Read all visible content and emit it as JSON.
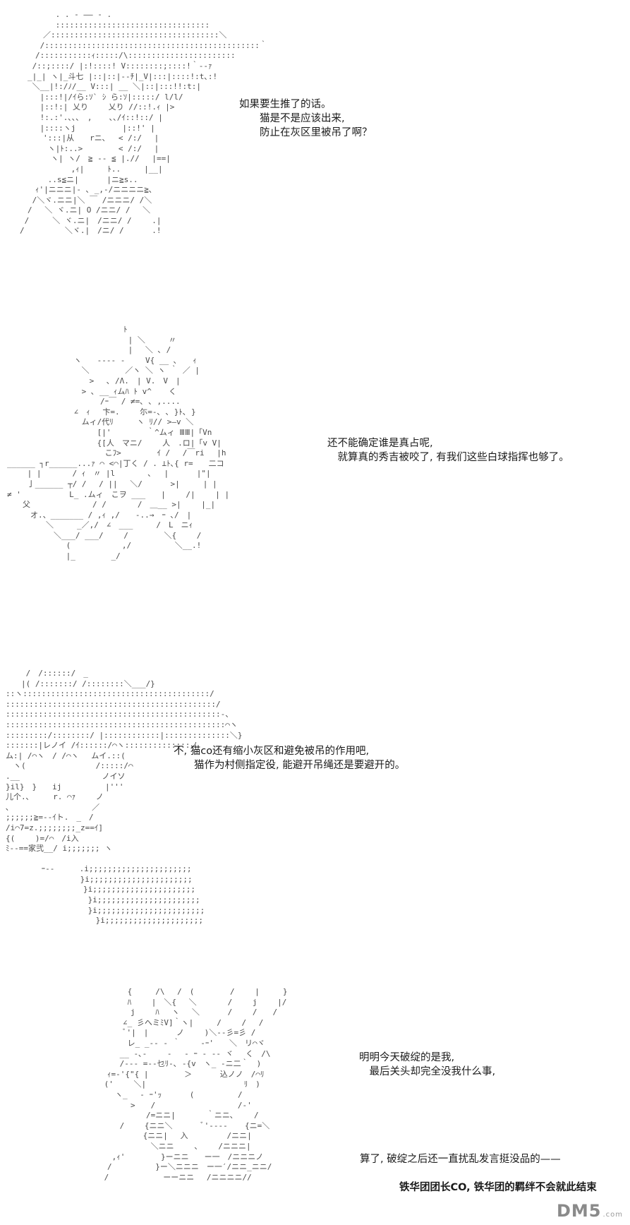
{
  "panels": [
    {
      "art": " 　　　　. . - ―― - .\n　　　 　:::::::::::::::::::::::::::::::::\n　　　／::::::::::::::::::::::::::::::::::::＼\n　　 /::::::::::::::::::::::::::::::::::::::::::::::｀\n　　/:::::::::::ｨ:::::/\\:::::::::::::::::::::::\n　 /::;::::/ |:!::::! V::::::::;::::!｀--ｧ\n　_|_| ヽ|_斗七 |::|::|--ﾁ|_V|:::|::::!:t､:!\n　 ＼__|!:/ﾉ/__ V:::| __ ＼|::|:::!!:t:|\n　　 |:::!|/ｲら:ｿ` ｼ ら:ｿ|:::::/ l/l/\n　　 |::!:| 乂り　　 乂り //::!.ｨ |>\n　　 !:.:'.､､､　, 　 ､､/ｲ::!::/ |\n　　 |::::ヽj　　　　　　|::!' |\n　　　':::|从　　rニ､　 < /:/　 |\n　　　 ヽ|ﾄ:..>　　　　 < /:/　 |\n　　　　ヽ| ヽ/　≧ -- ≦ |.//　 |==|\n　　　　　　 ,ｨ|　　　ﾄ..　　　|__|\n　　　 ..s≦ニ|　　　 |ニ≧s..\n　　ｨ'|ニニニ|- ､ _,-/ニニニニ≧､\n　 /＼ヾ.ニニ|＼ ￣ /ニニニ/ /＼\n　/　 ＼ ヾ.ニ| O /ニニ/ /　 ＼\n /　　　＼ ヾ.ニ|　/ニニ/ /　　 .|\n/　 　　　 ＼ヾ.|　/ニ/ /　　　 .!",
      "lines": [
        "如果要生推了的话。",
        "　　猫是不是应该出来,",
        "　　防止在灰区里被吊了啊？"
      ],
      "bold_lines": []
    },
    {
      "art": "　　　　　　　　　　　　　　　ﾄ\n　　　　　　　　　　　　　　　 | ＼　　　〃\n　　　　　　　　　　　　　　　 |　 ＼ ､ /\n　　　　　　　　 ヽ　　---- -　　 V{ __ ､　　ｨ\n　　　　　　　　　 ＼　　　　 ／ヽ ＼ ヽ ｀ ／ |\n　　　　　　　　　　 >　 ､ /Λ.　| V.　V　|\n　　　　　　　　　 > ､ __ ｨムﾊ ﾄ v^ 　 く\n　　　　　　　　　　　　/ｰ￣ / ≠=､ ､ ,....\n　　　　　　　　 ∠　ｨ　 卞=.　　 尓=-､ ､ }ﾄ､ }\n　　　　　　　　　 ムィ/代ﾘ　　　ヽ ﾘ// >―v ＼\n　　　　　　　　　　　 [|'　　　　 ｀^ムィ ⅢⅢ|「Vn\n　　　　　　　　　　　 {[人　マニ/　　 人　.ロ|「v V|\n　　　　　　　　　　　　 こﾌ>　　　　 ｲ /　 /￣ri　 |h\n______ ┐r______...ｧ ⌒ <⌒|丁く / . ⊥ﾄ､{ r=　　二コ\n　　 | |　　　　/ ｨ　〃 |l 　　　 ､ 　|　　　 |\"|\n　　 亅______ ┬/ /　 / ||　 ＼/　　　 >|　　　| |\n≠ ' 　　　　　 L_ .ムィ　こヲ ___　　|　　 /|　　 | |\n　　父　　　　　　　　/ /　　　　/　＿__ >|　　 |_|\n　　　オ.、_______ / ,ｨ ,/　　-..→　ｰ ､/　|\n　　　　　＼　　　_／,/　∠　___　　　/　L　ニｨ\n　　　　　　＼___/ ___/　　 /　　　　 ＼{　　 /\n　　　　　　　 (　　　　　　 ,/　　　　　 ＼__.!\n　　　　　　　 |_　　　　 _/",
      "lines": [
        "还不能确定谁是真占呢,",
        "　就算真的秀吉被咬了, 有我们这些白球指挥也够了。"
      ],
      "bold_lines": []
    },
    {
      "art": "　　 /　/::::::/　_\n　　|( /:::::::/ /::::::::＼___/}\n::ヽ::::::::::::::::::::::::::::::::::::::::/\n:::::::::::::::::::::::::::::::::::::::::::::/\n::::::::::::::::::::::::::::::::::::::::::::::-、\n:::::::::::::::::::::::::::::::::::::::::::::::⌒ヽ\n:::::::::/::::::::/ |::::::::::::|::::::::::::::＼}\n:::::::|レノイ /ｲ::::::/⌒ヽ::::::::::::::ノ\nム:| /⌒ヽ　/ /⌒ヽ　 ムイ.::(\n　ヽ(　　　　　　　　　/:::::/⌒\n.__　　　　　　　　　　 ノイソ\n}il}　}　　ij　　　　　 |'''\n儿个.､　　　r. ⌒ｧ　　 ノ\n､　　　　　　　　　　 ／\n;;;;;;≧=--ｲト.　_　/\n/i⌒7=z.;;;;;;;;_z==ｲ]\n{(　　 )=/⌒　/i入\nﾐ--==家弐__/ i;;;;;;; ヽ\n　　　　　　　　　　　 \n　　　　 ｰ-- 　　 .i;;;;;;;;;;;;;;;;;;;;;;\n　　　　　　　　　 }i;;;;;;;;;;;;;;;;;;;;;;\n　　　　　　　　　　}i;;;;;;;;;;;;;;;;;;;;;;\n　　　　　　　　　　 }i;;;;;;;;;;;;;;;;;;;;;;\n　　　　　　　　　　 }i;;;;;;;;;;;;;;;;;;;;;;;\n　　　　　　　　　　　 }i;;;;;;;;;;;;;;;;;;;;;",
      "lines": [
        "不, 猫co还有缩小灰区和避免被吊的作用吧,",
        "　　猫作为村侧指定役, 能避开吊绳还是要避开的。"
      ],
      "bold_lines": []
    },
    {
      "art": "　　　　 {　　　/\\　 /　(　　　　 /　　 |　　　}\n　　　　 ﾊ　　 |　＼{　 ＼　　　　/　　 j　　 |/\n　　　　　j　　 ﾊ　 ヽ　 ＼　　　 /　　 /　　/\n　　　　∠_ 彡へミﾐV]｀ヽ|　　　/　　 /　 /\n　　　　ﾞ'|　|　　　 ノ　　 )＼--彡=彡 /\n　　　　 レ_ _-- - ｀　　 -ｰ'　　＼　リ⌒ヾ\n　　　 __ -､-　　 -　 - ｰ - -- ヾ　 く　/\\\n　　　 /--- =--乜ﾘ-､ -{v　ヽ_ -ニ二｀　)\n　　ｨ=-'{\"{ |　　　　 ＞　　　 込ノノ　/⌒ﾘ\n　 ('　　 ＼|　　　　　　　　　　　　 ﾘ　)\n　　　ヽ_　 - ｰ'ｯ　　　 (　　　　　 /\n　　　　　>　　/　　　　　　　　　　 /-'\n　　　　　　　/=ニニ|　　　　｀ニニ､　　 /\n　　　 /　　 {ニニ＼　 　　ﾞ'---- 　 {ニ=＼\n　　　　　　 {ニニ|　 入　　　　　/ニニ|\n　　　　　　　 ＼ニニ　　 、　　 /ニニニ|\n　　 ,ｨ'　　　　 }ーニニ　　ー一　/ニニニノ\n　　/　　　　　 }ー＼ニニニ　ー一′/ニニ_ニニ/\n　 /　　　　　　　ーーニニ 　/ニニニニ//",
      "lines": [
        "明明今天破绽的是我,",
        "　最后关头却完全没我什么事,",
        "",
        "",
        "",
        "",
        "",
        "算了, 破绽之后还一直扰乱发言挺没品的——"
      ],
      "bold_lines": [
        "铁华团团长CO, 铁华团的羁绊不会就此结束"
      ]
    }
  ],
  "watermark": {
    "main": "DM5",
    "sub": ".com"
  }
}
